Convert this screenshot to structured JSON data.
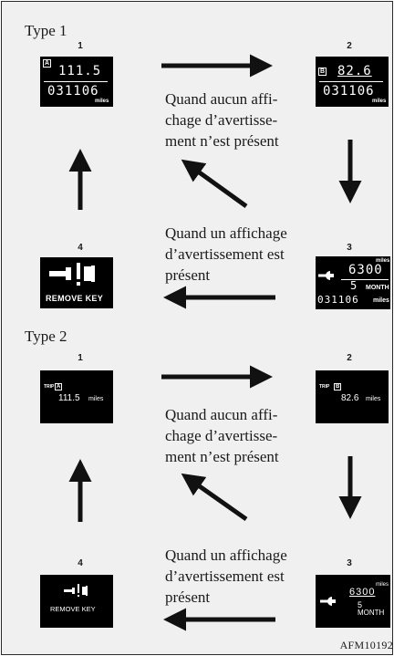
{
  "section_labels": [
    "Type 1",
    "Type 2"
  ],
  "step_numbers": [
    "1",
    "2",
    "3",
    "4"
  ],
  "captions": {
    "no_warning": [
      "Quand aucun affi-",
      "chage d’avertisse-",
      "ment n’est présent"
    ],
    "warning": [
      "Quand un affichage",
      "d’avertissement est",
      "présent"
    ]
  },
  "type1": {
    "screen1": {
      "trip_letter": "A",
      "odometer": "111.5",
      "date": "031106",
      "unit": "miles"
    },
    "screen2": {
      "trip_letter": "B",
      "odometer": "82.6",
      "date": "031106",
      "unit": "miles"
    },
    "screen3": {
      "distance": "6300",
      "distance_unit": "miles",
      "months": "5",
      "months_label": "MONTH",
      "date": "031106",
      "date_unit": "miles"
    },
    "screen4": {
      "text": "REMOVE KEY"
    }
  },
  "type2": {
    "screen1": {
      "trip_label": "TRIP",
      "trip_letter": "A",
      "value": "111.5",
      "unit": "miles"
    },
    "screen2": {
      "trip_label": "TRIP",
      "trip_letter": "B",
      "value": "82.6",
      "unit": "miles"
    },
    "screen3": {
      "distance": "6300",
      "distance_unit": "miles",
      "months": "5",
      "months_label": "MONTH"
    },
    "screen4": {
      "text": "REMOVE KEY"
    }
  },
  "figure_code": "AFM10192"
}
